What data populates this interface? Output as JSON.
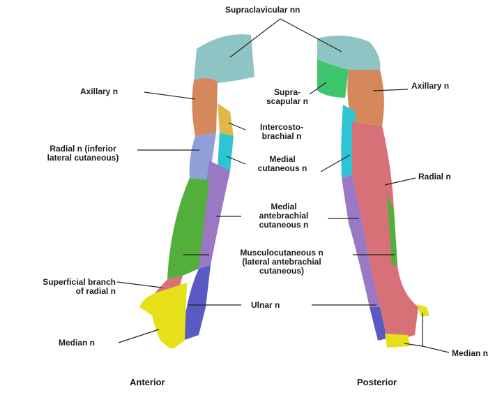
{
  "labels": {
    "supraclavicular": "Supraclavicular nn",
    "axillary_left": "Axillary n",
    "axillary_right": "Axillary n",
    "suprascapular": "Supra-\nscapular n",
    "intercostobrachial": "Intercosto-\nbrachial n",
    "radial_inferior": "Radial n (inferior\nlateral cutaneous)",
    "medial_cutaneous": "Medial\ncutaneous n",
    "radial_right": "Radial n",
    "medial_antebrachial": "Medial\nantebrachial\ncutaneous n",
    "musculocutaneous": "Musculocutaneous n\n(lateral antebrachial\ncutaneous)",
    "superficial_radial": "Superficial branch\nof radial n",
    "ulnar": "Ulnar n",
    "median_left": "Median n",
    "median_right": "Median n",
    "anterior": "Anterior",
    "posterior": "Posterior"
  },
  "colors": {
    "supraclavicular": "#8fc4c4",
    "axillary": "#d4885c",
    "intercostobrachial": "#e0b84a",
    "medial_cutaneous": "#2ec4d4",
    "radial": "#d87078",
    "medial_antebrachial": "#9a78c4",
    "musculocutaneous": "#52b03a",
    "ulnar": "#5a5ac4",
    "median": "#e6e01a",
    "suprascapular": "#3ec46a",
    "radial_inferior": "#8fa0d8"
  }
}
